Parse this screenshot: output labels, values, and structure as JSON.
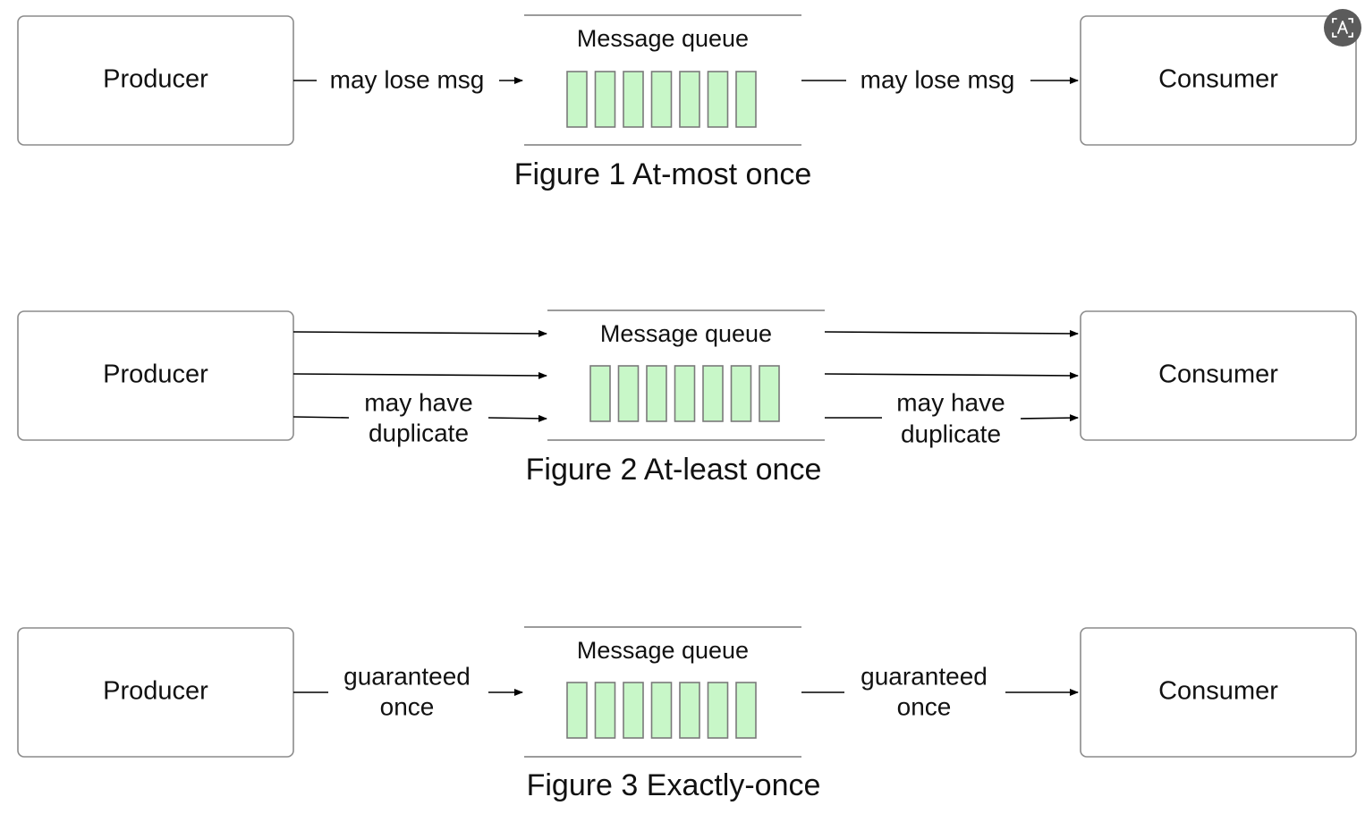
{
  "colors": {
    "queue_cell_fill": "#c8f7c8",
    "box_stroke": "#8c8c8c",
    "edge_color": "#000000",
    "icon_bg": "#5b5b5b"
  },
  "figures": [
    {
      "caption": "Figure 1 At-most once",
      "producer": "Producer",
      "queue_title": "Message queue",
      "consumer": "Consumer",
      "left_label": [
        "may lose msg"
      ],
      "right_label": [
        "may lose msg"
      ],
      "queue_cells": 7
    },
    {
      "caption": "Figure 2 At-least once",
      "producer": "Producer",
      "queue_title": "Message queue",
      "consumer": "Consumer",
      "left_label": [
        "may have",
        "duplicate"
      ],
      "right_label": [
        "may have",
        "duplicate"
      ],
      "queue_cells": 7
    },
    {
      "caption": "Figure 3 Exactly-once",
      "producer": "Producer",
      "queue_title": "Message queue",
      "consumer": "Consumer",
      "left_label": [
        "guaranteed",
        "once"
      ],
      "right_label": [
        "guaranteed",
        "once"
      ],
      "queue_cells": 7
    }
  ],
  "overlay": {
    "icon": "translate-icon"
  }
}
